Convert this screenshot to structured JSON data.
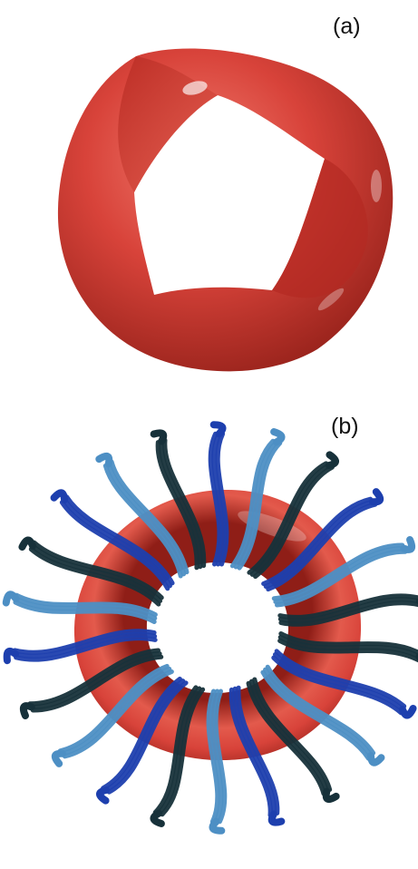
{
  "panels": {
    "a": {
      "label": "(a)"
    },
    "b": {
      "label": "(b)"
    }
  },
  "colors": {
    "background": "#ffffff",
    "torus_red": "#d8433a",
    "torus_red_highlight": "#f07a6d",
    "torus_red_shadow": "#8f1e17",
    "strand_dark": "#17313a",
    "strand_blue": "#1d3fae",
    "strand_light_blue": "#4d8fc4"
  },
  "icons": {
    "panel_a": "twisted-torus-surface",
    "panel_b": "torus-with-wrapped-strands"
  }
}
